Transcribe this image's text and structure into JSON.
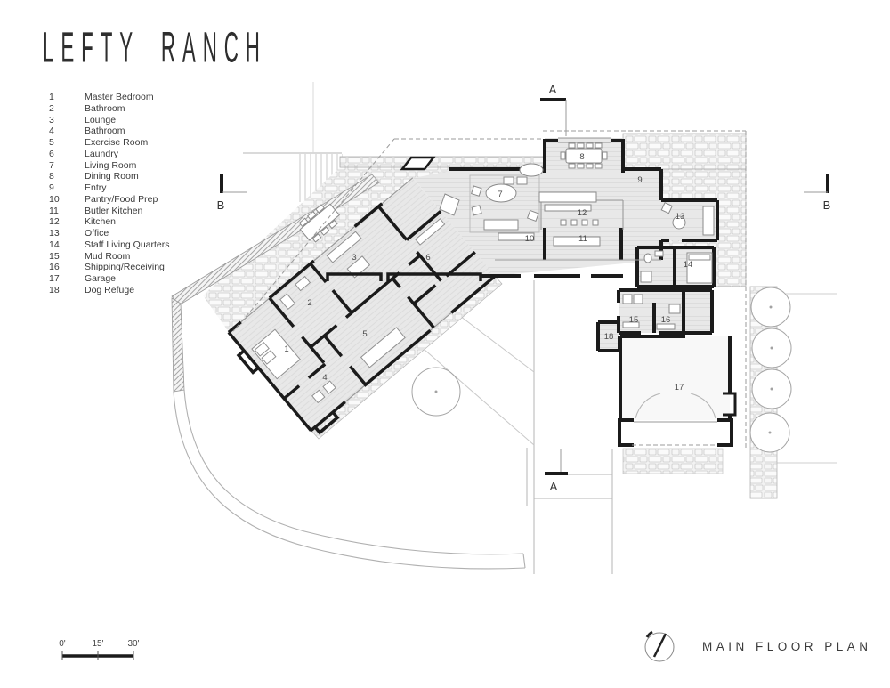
{
  "title": "LEFTY RANCH",
  "plan_title": "MAIN FLOOR PLAN",
  "sections": {
    "a": "A",
    "b": "B"
  },
  "scale": {
    "labels": [
      "0'",
      "15'",
      "30'"
    ]
  },
  "legend": {
    "items": [
      {
        "num": "1",
        "label": "Master Bedroom"
      },
      {
        "num": "2",
        "label": "Bathroom"
      },
      {
        "num": "3",
        "label": "Lounge"
      },
      {
        "num": "4",
        "label": "Bathroom"
      },
      {
        "num": "5",
        "label": "Exercise Room"
      },
      {
        "num": "6",
        "label": "Laundry"
      },
      {
        "num": "7",
        "label": "Living Room"
      },
      {
        "num": "8",
        "label": "Dining Room"
      },
      {
        "num": "9",
        "label": "Entry"
      },
      {
        "num": "10",
        "label": "Pantry/Food Prep"
      },
      {
        "num": "11",
        "label": "Butler Kitchen"
      },
      {
        "num": "12",
        "label": "Kitchen"
      },
      {
        "num": "13",
        "label": "Office"
      },
      {
        "num": "14",
        "label": "Staff Living Quarters"
      },
      {
        "num": "15",
        "label": "Mud Room"
      },
      {
        "num": "16",
        "label": "Shipping/Receiving"
      },
      {
        "num": "17",
        "label": "Garage"
      },
      {
        "num": "18",
        "label": "Dog Refuge"
      }
    ]
  },
  "colors": {
    "wall": "#1b1b1b",
    "floor": "#e8e8e8",
    "stone": "#f2f2f2",
    "stone_joint": "#cccccc",
    "site_line": "#b5b5b5",
    "text": "#3a3a3a"
  }
}
